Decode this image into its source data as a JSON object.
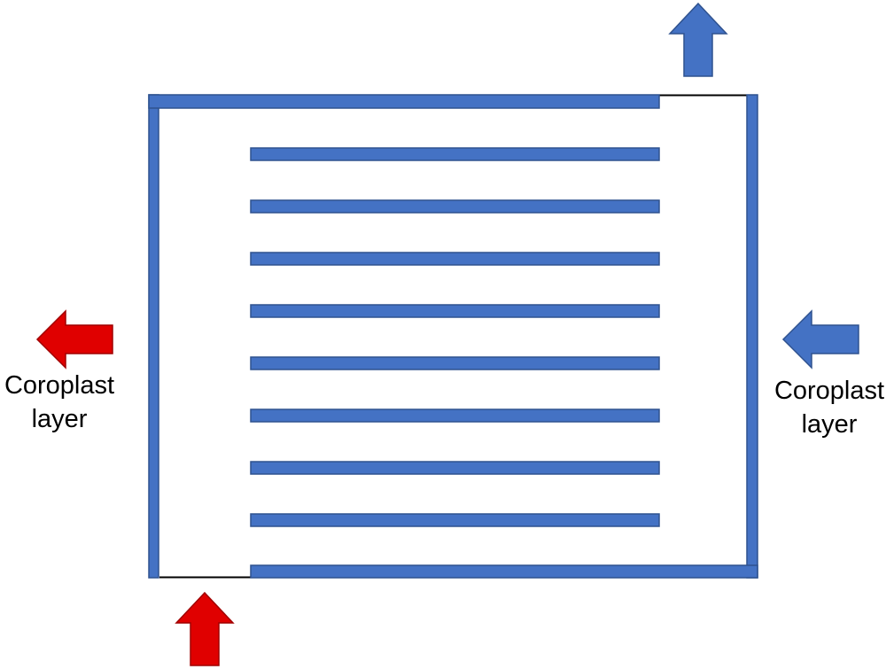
{
  "colors": {
    "channel_fill": "#4472C4",
    "channel_stroke": "#2F528F",
    "inflow_arrow": "#E00000",
    "outflow_arrow": "#4472C4",
    "outline": "#000000"
  },
  "labels": {
    "left": {
      "line1": "Coroplast",
      "line2": "layer"
    },
    "right": {
      "line1": "Coroplast",
      "line2": "layer"
    }
  },
  "arrows": {
    "left": {
      "icon": "arrow-left-icon",
      "color": "red",
      "direction": "left"
    },
    "right": {
      "icon": "arrow-left-icon",
      "color": "blue",
      "direction": "left"
    },
    "top": {
      "icon": "arrow-up-icon",
      "color": "blue",
      "direction": "up"
    },
    "bottom": {
      "icon": "arrow-up-icon",
      "color": "red",
      "direction": "up"
    }
  },
  "interior_channel_count": 8
}
